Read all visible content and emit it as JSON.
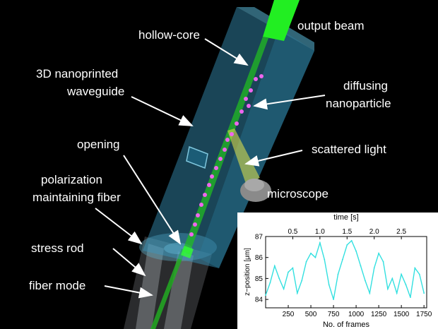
{
  "labels": {
    "output_beam": "output beam",
    "hollow_core": "hollow-core",
    "waveguide_line1": "3D nanoprinted",
    "waveguide_line2": "waveguide",
    "diffusing_line1": "diffusing",
    "diffusing_line2": "nanoparticle",
    "opening": "opening",
    "scattered_light": "scattered light",
    "pm_fiber_line1": "polarization",
    "pm_fiber_line2": "maintaining fiber",
    "microscope": "microscope",
    "stress_rod": "stress rod",
    "fiber_mode": "fiber mode"
  },
  "colors": {
    "background": "#000000",
    "waveguide": "#3a9ac0",
    "beam": "#22ee22",
    "particle": "#ee66ee",
    "trace": "#33e0e0",
    "scattered": "#e8e84a",
    "microscope": "#8a8a8a",
    "text": "#ffffff"
  },
  "chart_data": {
    "type": "line",
    "xlabel": "No. of frames",
    "ylabel": "z−position [μm]",
    "top_xlabel": "time [s]",
    "xlim": [
      0,
      1780
    ],
    "ylim": [
      83.6,
      87.0
    ],
    "x_ticks": [
      250,
      500,
      750,
      1000,
      1250,
      1500,
      1750
    ],
    "y_ticks": [
      84,
      85,
      86,
      87
    ],
    "top_ticks": [
      {
        "label": "0.5",
        "frame": 300
      },
      {
        "label": "1.0",
        "frame": 600
      },
      {
        "label": "1.5",
        "frame": 900
      },
      {
        "label": "2.0",
        "frame": 1200
      },
      {
        "label": "2.5",
        "frame": 1500
      }
    ],
    "series": [
      {
        "x": [
          0,
          50,
          100,
          150,
          200,
          250,
          300,
          350,
          400,
          450,
          500,
          550,
          600,
          650,
          700,
          750,
          800,
          850,
          900,
          950,
          1000,
          1050,
          1100,
          1150,
          1200,
          1250,
          1300,
          1350,
          1400,
          1450,
          1500,
          1550,
          1600,
          1650,
          1700,
          1750
        ],
        "y": [
          84.2,
          84.8,
          85.6,
          85.0,
          84.5,
          85.3,
          85.5,
          84.3,
          84.9,
          85.8,
          86.2,
          86.0,
          86.7,
          85.9,
          84.7,
          84.0,
          85.2,
          85.9,
          86.6,
          86.8,
          86.3,
          85.6,
          84.9,
          84.3,
          85.5,
          86.2,
          85.8,
          84.5,
          85.0,
          84.3,
          85.2,
          84.7,
          84.1,
          85.5,
          85.2,
          84.3
        ]
      }
    ]
  }
}
